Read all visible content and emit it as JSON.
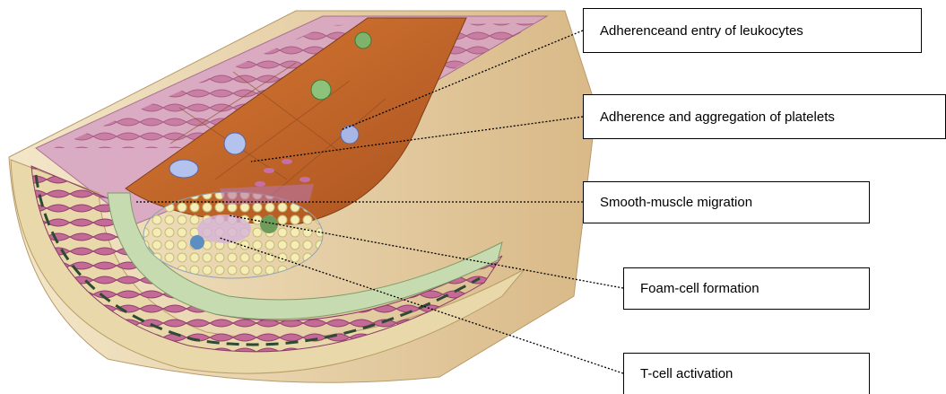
{
  "labels": [
    "Adherenceand entry of leukocytes",
    "Adherence and aggregation of platelets",
    "Smooth-muscle migration",
    "Foam-cell formation",
    "T-cell activation"
  ],
  "colors": {
    "adventitia": "#e8d6a8",
    "media": "#b6628f",
    "intima": "#c9ddb0",
    "lumen": "#c86a2c",
    "leader-line": "#000000"
  }
}
